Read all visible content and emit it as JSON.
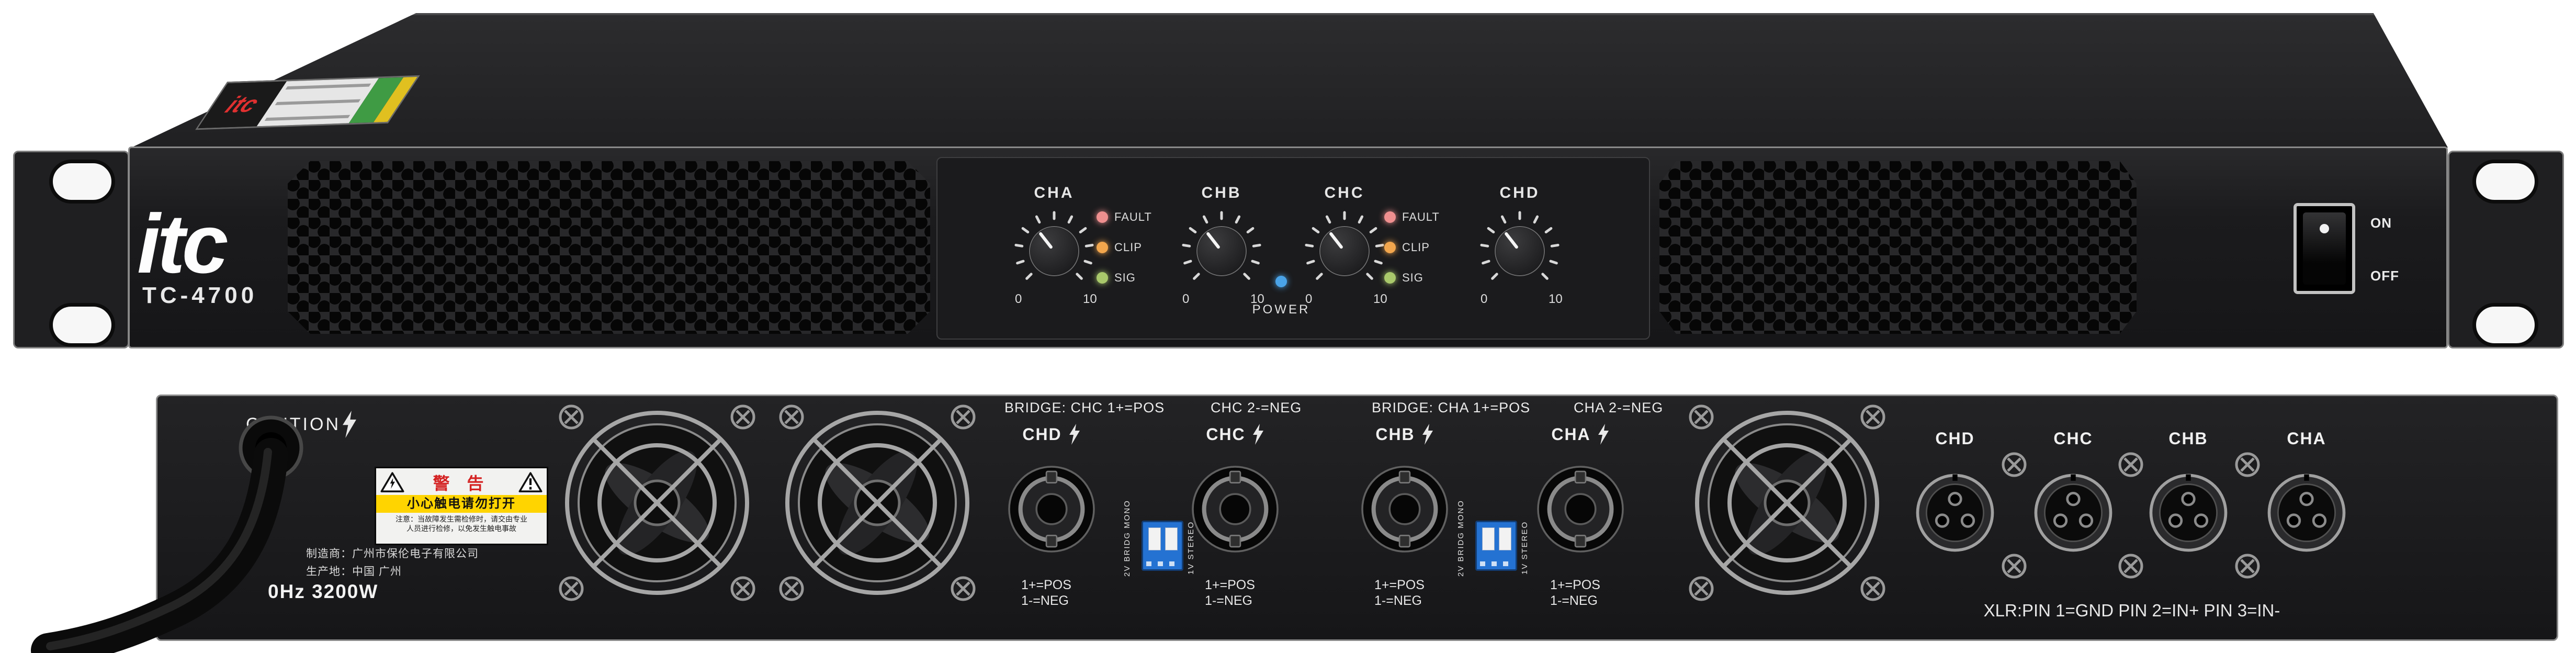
{
  "front": {
    "brand": "itc",
    "model": "TC-4700",
    "sticker_brand": "itc",
    "channels": [
      {
        "label": "CHA",
        "scale_min": "0",
        "scale_max": "10"
      },
      {
        "label": "CHB",
        "scale_min": "0",
        "scale_max": "10"
      },
      {
        "label": "CHC",
        "scale_min": "0",
        "scale_max": "10"
      },
      {
        "label": "CHD",
        "scale_min": "0",
        "scale_max": "10"
      }
    ],
    "led_groups": [
      {
        "labels": [
          "FAULT",
          "CLIP",
          "SIG"
        ]
      },
      {
        "labels": [
          "FAULT",
          "CLIP",
          "SIG"
        ]
      }
    ],
    "power_label": "POWER",
    "power_switch": {
      "on": "ON",
      "off": "OFF"
    },
    "colors": {
      "fault_led": "#ef8f8f",
      "clip_led": "#f2a64d",
      "sig_led": "#a9c96b",
      "power_led": "#4aa3e8"
    }
  },
  "rear": {
    "caution": "CAUTION",
    "warning_label": {
      "title": "警 告",
      "subtitle": "小心触电请勿打开",
      "note_line1": "注意：当故障发生需检修时，请交由专业",
      "note_line2": "人员进行检修，以免发生触电事故"
    },
    "manufacturer_line1": "制造商：广州市保伦电子有限公司",
    "manufacturer_line2": "生产地：中国 广州",
    "power_rating": "0Hz 3200W",
    "bridge_labels": [
      {
        "left": "BRIDGE: CHC 1+=POS",
        "right": "CHC 2-=NEG"
      },
      {
        "left": "BRIDGE: CHA 1+=POS",
        "right": "CHA 2-=NEG"
      }
    ],
    "speaker_outputs": [
      {
        "label": "CHD",
        "pos": "1+=POS",
        "neg": "1-=NEG"
      },
      {
        "label": "CHC",
        "pos": "1+=POS",
        "neg": "1-=NEG"
      },
      {
        "label": "CHB",
        "pos": "1+=POS",
        "neg": "1-=NEG"
      },
      {
        "label": "CHA",
        "pos": "1+=POS",
        "neg": "1-=NEG"
      }
    ],
    "dip_labels": {
      "left": "2V BRIDG MONO",
      "right": "1V STEREO"
    },
    "xlr_inputs": [
      {
        "label": "CHD"
      },
      {
        "label": "CHC"
      },
      {
        "label": "CHB"
      },
      {
        "label": "CHA"
      }
    ],
    "xlr_note": "XLR:PIN 1=GND PIN 2=IN+ PIN 3=IN-"
  }
}
